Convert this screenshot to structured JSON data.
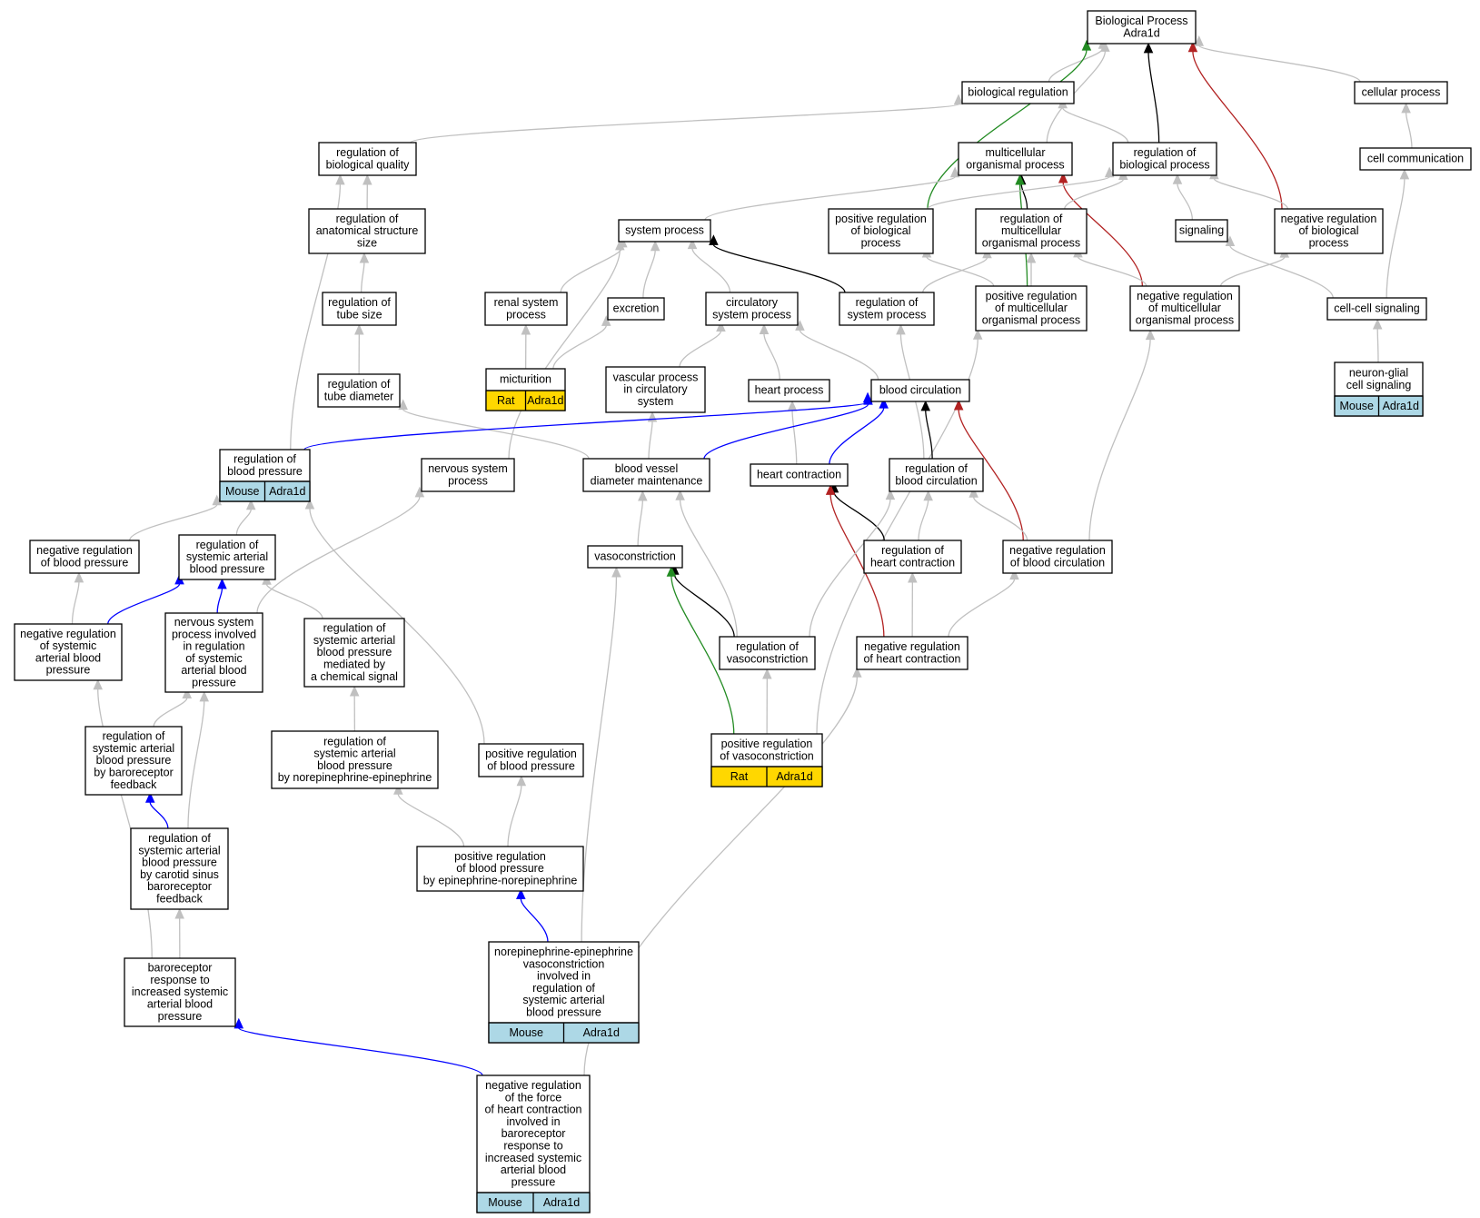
{
  "colors": {
    "gray": "#c0c0c0",
    "black": "#000000",
    "blue": "#0000ff",
    "red": "#b22222",
    "green": "#228b22",
    "mouse_fill": "#add8e6",
    "rat_fill": "#ffd700"
  },
  "nodes": [
    {
      "id": "bp",
      "lines": [
        "Biological Process",
        "Adra1d"
      ]
    },
    {
      "id": "breg",
      "lines": [
        "biological regulation"
      ]
    },
    {
      "id": "cellproc",
      "lines": [
        "cellular process"
      ]
    },
    {
      "id": "regbq",
      "lines": [
        "regulation of",
        "biological quality"
      ]
    },
    {
      "id": "multi",
      "lines": [
        "multicellular",
        "organismal process"
      ]
    },
    {
      "id": "regbp",
      "lines": [
        "regulation of",
        "biological process"
      ]
    },
    {
      "id": "cellcomm",
      "lines": [
        "cell communication"
      ]
    },
    {
      "id": "regass",
      "lines": [
        "regulation of",
        "anatomical structure",
        "size"
      ]
    },
    {
      "id": "sysproc",
      "lines": [
        "system process"
      ]
    },
    {
      "id": "posrbp",
      "lines": [
        "positive regulation",
        "of biological",
        "process"
      ]
    },
    {
      "id": "regmop",
      "lines": [
        "regulation of",
        "multicellular",
        "organismal process"
      ]
    },
    {
      "id": "signaling",
      "lines": [
        "signaling"
      ]
    },
    {
      "id": "negrbp",
      "lines": [
        "negative regulation",
        "of biological",
        "process"
      ]
    },
    {
      "id": "regtube",
      "lines": [
        "regulation of",
        "tube size"
      ]
    },
    {
      "id": "renal",
      "lines": [
        "renal system",
        "process"
      ]
    },
    {
      "id": "excretion",
      "lines": [
        "excretion"
      ]
    },
    {
      "id": "circsys",
      "lines": [
        "circulatory",
        "system process"
      ]
    },
    {
      "id": "regsys",
      "lines": [
        "regulation of",
        "system process"
      ]
    },
    {
      "id": "posmop",
      "lines": [
        "positive regulation",
        "of multicellular",
        "organismal process"
      ]
    },
    {
      "id": "negmop",
      "lines": [
        "negative regulation",
        "of multicellular",
        "organismal process"
      ]
    },
    {
      "id": "cellcell",
      "lines": [
        "cell-cell signaling"
      ]
    },
    {
      "id": "regtubed",
      "lines": [
        "regulation of",
        "tube diameter"
      ]
    },
    {
      "id": "micturition",
      "lines": [
        "micturition"
      ],
      "tags": [
        "Rat",
        "Adra1d"
      ],
      "tag_color": "rat"
    },
    {
      "id": "vascproc",
      "lines": [
        "vascular process",
        "in circulatory",
        "system"
      ]
    },
    {
      "id": "heartproc",
      "lines": [
        "heart process"
      ]
    },
    {
      "id": "bloodcirc",
      "lines": [
        "blood circulation"
      ]
    },
    {
      "id": "neuronglial",
      "lines": [
        "neuron-glial",
        "cell signaling"
      ],
      "tags": [
        "Mouse",
        "Adra1d"
      ],
      "tag_color": "mouse"
    },
    {
      "id": "regbpress",
      "lines": [
        "regulation of",
        "blood pressure"
      ],
      "tags": [
        "Mouse",
        "Adra1d"
      ],
      "tag_color": "mouse"
    },
    {
      "id": "nervsys",
      "lines": [
        "nervous system",
        "process"
      ]
    },
    {
      "id": "bvdm",
      "lines": [
        "blood vessel",
        "diameter maintenance"
      ]
    },
    {
      "id": "heartcon",
      "lines": [
        "heart contraction"
      ]
    },
    {
      "id": "regbc",
      "lines": [
        "regulation of",
        "blood circulation"
      ]
    },
    {
      "id": "negrbpress",
      "lines": [
        "negative regulation",
        "of blood pressure"
      ]
    },
    {
      "id": "regsabp",
      "lines": [
        "regulation of",
        "systemic arterial",
        "blood pressure"
      ]
    },
    {
      "id": "vasocon",
      "lines": [
        "vasoconstriction"
      ]
    },
    {
      "id": "reghc",
      "lines": [
        "regulation of",
        "heart contraction"
      ]
    },
    {
      "id": "negrbc",
      "lines": [
        "negative regulation",
        "of blood circulation"
      ]
    },
    {
      "id": "negrsabp",
      "lines": [
        "negative regulation",
        "of systemic",
        "arterial blood",
        "pressure"
      ]
    },
    {
      "id": "nsinv",
      "lines": [
        "nervous system",
        "process involved",
        "in regulation",
        "of systemic",
        "arterial blood",
        "pressure"
      ]
    },
    {
      "id": "regsachem",
      "lines": [
        "regulation of",
        "systemic arterial",
        "blood pressure",
        "mediated by",
        "a chemical signal"
      ]
    },
    {
      "id": "regvaso",
      "lines": [
        "regulation of",
        "vasoconstriction"
      ]
    },
    {
      "id": "negrhc",
      "lines": [
        "negative regulation",
        "of heart contraction"
      ]
    },
    {
      "id": "regsabaro",
      "lines": [
        "regulation of",
        "systemic arterial",
        "blood pressure",
        "by baroreceptor",
        "feedback"
      ]
    },
    {
      "id": "regsane",
      "lines": [
        "regulation of",
        "systemic arterial",
        "blood pressure",
        "by norepinephrine-epinephrine"
      ]
    },
    {
      "id": "posrbpress",
      "lines": [
        "positive regulation",
        "of blood pressure"
      ]
    },
    {
      "id": "posvaso",
      "lines": [
        "positive regulation",
        "of vasoconstriction"
      ],
      "tags": [
        "Rat",
        "Adra1d"
      ],
      "tag_color": "rat"
    },
    {
      "id": "regsacar",
      "lines": [
        "regulation of",
        "systemic arterial",
        "blood pressure",
        "by carotid sinus",
        "baroreceptor",
        "feedback"
      ]
    },
    {
      "id": "posbpen",
      "lines": [
        "positive regulation",
        "of blood pressure",
        "by epinephrine-norepinephrine"
      ]
    },
    {
      "id": "nevaso",
      "lines": [
        "norepinephrine-epinephrine",
        "vasoconstriction",
        "involved in",
        "regulation of",
        "systemic arterial",
        "blood pressure"
      ],
      "tags": [
        "Mouse",
        "Adra1d"
      ],
      "tag_color": "mouse"
    },
    {
      "id": "barorsp",
      "lines": [
        "baroreceptor",
        "response to",
        "increased systemic",
        "arterial blood",
        "pressure"
      ]
    },
    {
      "id": "negforce",
      "lines": [
        "negative regulation",
        "of the force",
        "of heart contraction",
        "involved in",
        "baroreceptor",
        "response to",
        "increased systemic",
        "arterial blood",
        "pressure"
      ],
      "tags": [
        "Mouse",
        "Adra1d"
      ],
      "tag_color": "mouse"
    }
  ],
  "edges": [
    {
      "from": "breg",
      "to": "bp",
      "color": "gray"
    },
    {
      "from": "cellproc",
      "to": "bp",
      "color": "gray"
    },
    {
      "from": "multi",
      "to": "bp",
      "color": "gray"
    },
    {
      "from": "regbp",
      "to": "bp",
      "color": "black"
    },
    {
      "from": "negrbp",
      "to": "bp",
      "color": "red"
    },
    {
      "from": "posrbp",
      "to": "bp",
      "color": "green"
    },
    {
      "from": "regbq",
      "to": "breg",
      "color": "gray"
    },
    {
      "from": "regbp",
      "to": "breg",
      "color": "gray"
    },
    {
      "from": "cellcomm",
      "to": "cellproc",
      "color": "gray"
    },
    {
      "from": "sysproc",
      "to": "multi",
      "color": "gray"
    },
    {
      "from": "regmop",
      "to": "multi",
      "color": "black"
    },
    {
      "from": "negmop",
      "to": "multi",
      "color": "red"
    },
    {
      "from": "posmop",
      "to": "multi",
      "color": "green"
    },
    {
      "from": "posrbp",
      "to": "regbp",
      "color": "gray"
    },
    {
      "from": "regmop",
      "to": "regbp",
      "color": "gray"
    },
    {
      "from": "signaling",
      "to": "regbp",
      "color": "gray"
    },
    {
      "from": "negrbp",
      "to": "regbp",
      "color": "gray"
    },
    {
      "from": "cellcell",
      "to": "cellcomm",
      "color": "gray"
    },
    {
      "from": "regass",
      "to": "regbq",
      "color": "gray"
    },
    {
      "from": "regbpress",
      "to": "regbq",
      "color": "gray"
    },
    {
      "from": "regtube",
      "to": "regass",
      "color": "gray"
    },
    {
      "from": "regtubed",
      "to": "regtube",
      "color": "gray"
    },
    {
      "from": "renal",
      "to": "sysproc",
      "color": "gray"
    },
    {
      "from": "excretion",
      "to": "sysproc",
      "color": "gray"
    },
    {
      "from": "circsys",
      "to": "sysproc",
      "color": "gray"
    },
    {
      "from": "nervsys",
      "to": "sysproc",
      "color": "gray"
    },
    {
      "from": "regsys",
      "to": "sysproc",
      "color": "black"
    },
    {
      "from": "posmop",
      "to": "posrbp",
      "color": "gray"
    },
    {
      "from": "posmop",
      "to": "regmop",
      "color": "gray"
    },
    {
      "from": "negmop",
      "to": "regmop",
      "color": "gray"
    },
    {
      "from": "regsys",
      "to": "regmop",
      "color": "gray"
    },
    {
      "from": "negmop",
      "to": "negrbp",
      "color": "gray"
    },
    {
      "from": "cellcell",
      "to": "signaling",
      "color": "gray"
    },
    {
      "from": "micturition",
      "to": "renal",
      "color": "gray"
    },
    {
      "from": "micturition",
      "to": "excretion",
      "color": "gray"
    },
    {
      "from": "vascproc",
      "to": "circsys",
      "color": "gray"
    },
    {
      "from": "heartproc",
      "to": "circsys",
      "color": "gray"
    },
    {
      "from": "bloodcirc",
      "to": "circsys",
      "color": "gray"
    },
    {
      "from": "regbc",
      "to": "regsys",
      "color": "gray"
    },
    {
      "from": "posvaso",
      "to": "posmop",
      "color": "gray"
    },
    {
      "from": "negrbc",
      "to": "negmop",
      "color": "gray"
    },
    {
      "from": "neuronglial",
      "to": "cellcell",
      "color": "gray"
    },
    {
      "from": "bvdm",
      "to": "regtubed",
      "color": "gray"
    },
    {
      "from": "bvdm",
      "to": "vascproc",
      "color": "gray"
    },
    {
      "from": "heartcon",
      "to": "heartproc",
      "color": "gray"
    },
    {
      "from": "regbpress",
      "to": "bloodcirc",
      "color": "blue"
    },
    {
      "from": "bvdm",
      "to": "bloodcirc",
      "color": "blue"
    },
    {
      "from": "heartcon",
      "to": "bloodcirc",
      "color": "blue"
    },
    {
      "from": "regbc",
      "to": "bloodcirc",
      "color": "black"
    },
    {
      "from": "negrbc",
      "to": "bloodcirc",
      "color": "red"
    },
    {
      "from": "negrbpress",
      "to": "regbpress",
      "color": "gray"
    },
    {
      "from": "regsabp",
      "to": "regbpress",
      "color": "gray"
    },
    {
      "from": "posrbpress",
      "to": "regbpress",
      "color": "gray"
    },
    {
      "from": "nsinv",
      "to": "nervsys",
      "color": "gray"
    },
    {
      "from": "vasocon",
      "to": "bvdm",
      "color": "gray"
    },
    {
      "from": "regvaso",
      "to": "bvdm",
      "color": "gray"
    },
    {
      "from": "reghc",
      "to": "heartcon",
      "color": "black"
    },
    {
      "from": "negrhc",
      "to": "heartcon",
      "color": "red"
    },
    {
      "from": "reghc",
      "to": "regbc",
      "color": "gray"
    },
    {
      "from": "negrbc",
      "to": "regbc",
      "color": "gray"
    },
    {
      "from": "regvaso",
      "to": "regbc",
      "color": "gray"
    },
    {
      "from": "negrsabp",
      "to": "negrbpress",
      "color": "gray"
    },
    {
      "from": "negrsabp",
      "to": "regsabp",
      "color": "blue"
    },
    {
      "from": "nsinv",
      "to": "regsabp",
      "color": "blue"
    },
    {
      "from": "regsachem",
      "to": "regsabp",
      "color": "gray"
    },
    {
      "from": "regvaso",
      "to": "vasocon",
      "color": "black"
    },
    {
      "from": "posvaso",
      "to": "vasocon",
      "color": "green"
    },
    {
      "from": "nevaso",
      "to": "vasocon",
      "color": "gray"
    },
    {
      "from": "negrhc",
      "to": "reghc",
      "color": "gray"
    },
    {
      "from": "negrhc",
      "to": "negrbc",
      "color": "gray"
    },
    {
      "from": "regsabaro",
      "to": "nsinv",
      "color": "gray"
    },
    {
      "from": "regsacar",
      "to": "nsinv",
      "color": "gray"
    },
    {
      "from": "regsane",
      "to": "regsachem",
      "color": "gray"
    },
    {
      "from": "posvaso",
      "to": "regvaso",
      "color": "gray"
    },
    {
      "from": "negforce",
      "to": "negrhc",
      "color": "gray"
    },
    {
      "from": "regsacar",
      "to": "regsabaro",
      "color": "blue"
    },
    {
      "from": "posbpen",
      "to": "regsane",
      "color": "gray"
    },
    {
      "from": "posbpen",
      "to": "posrbpress",
      "color": "gray"
    },
    {
      "from": "barorsp",
      "to": "regsacar",
      "color": "gray"
    },
    {
      "from": "barorsp",
      "to": "negrsabp",
      "color": "gray"
    },
    {
      "from": "nevaso",
      "to": "posbpen",
      "color": "blue"
    },
    {
      "from": "negforce",
      "to": "barorsp",
      "color": "blue"
    }
  ]
}
